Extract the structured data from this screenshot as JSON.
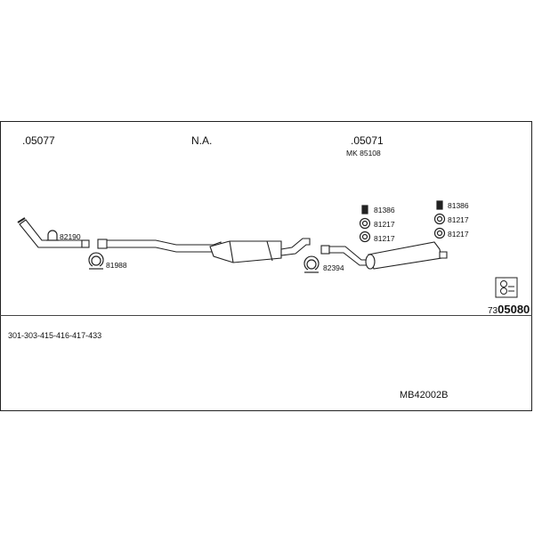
{
  "header_codes": {
    "left": ".05077",
    "middle": "N.A.",
    "right": ".05071",
    "right_sub": "MK 85108"
  },
  "parts": {
    "clamp_front_upper": "82190",
    "clamp_front_lower": "81988",
    "clamp_rear": "82394",
    "mount_a_top": "81386",
    "mount_a_mid": "81217",
    "mount_a_bot": "81217",
    "mount_b_top": "81386",
    "mount_b_mid": "81217",
    "mount_b_bot": "81217"
  },
  "catalog_code": {
    "lead": "73",
    "main": "05080"
  },
  "fitment": "301-303-415-416-417-433",
  "kit_code": "MB42002B"
}
